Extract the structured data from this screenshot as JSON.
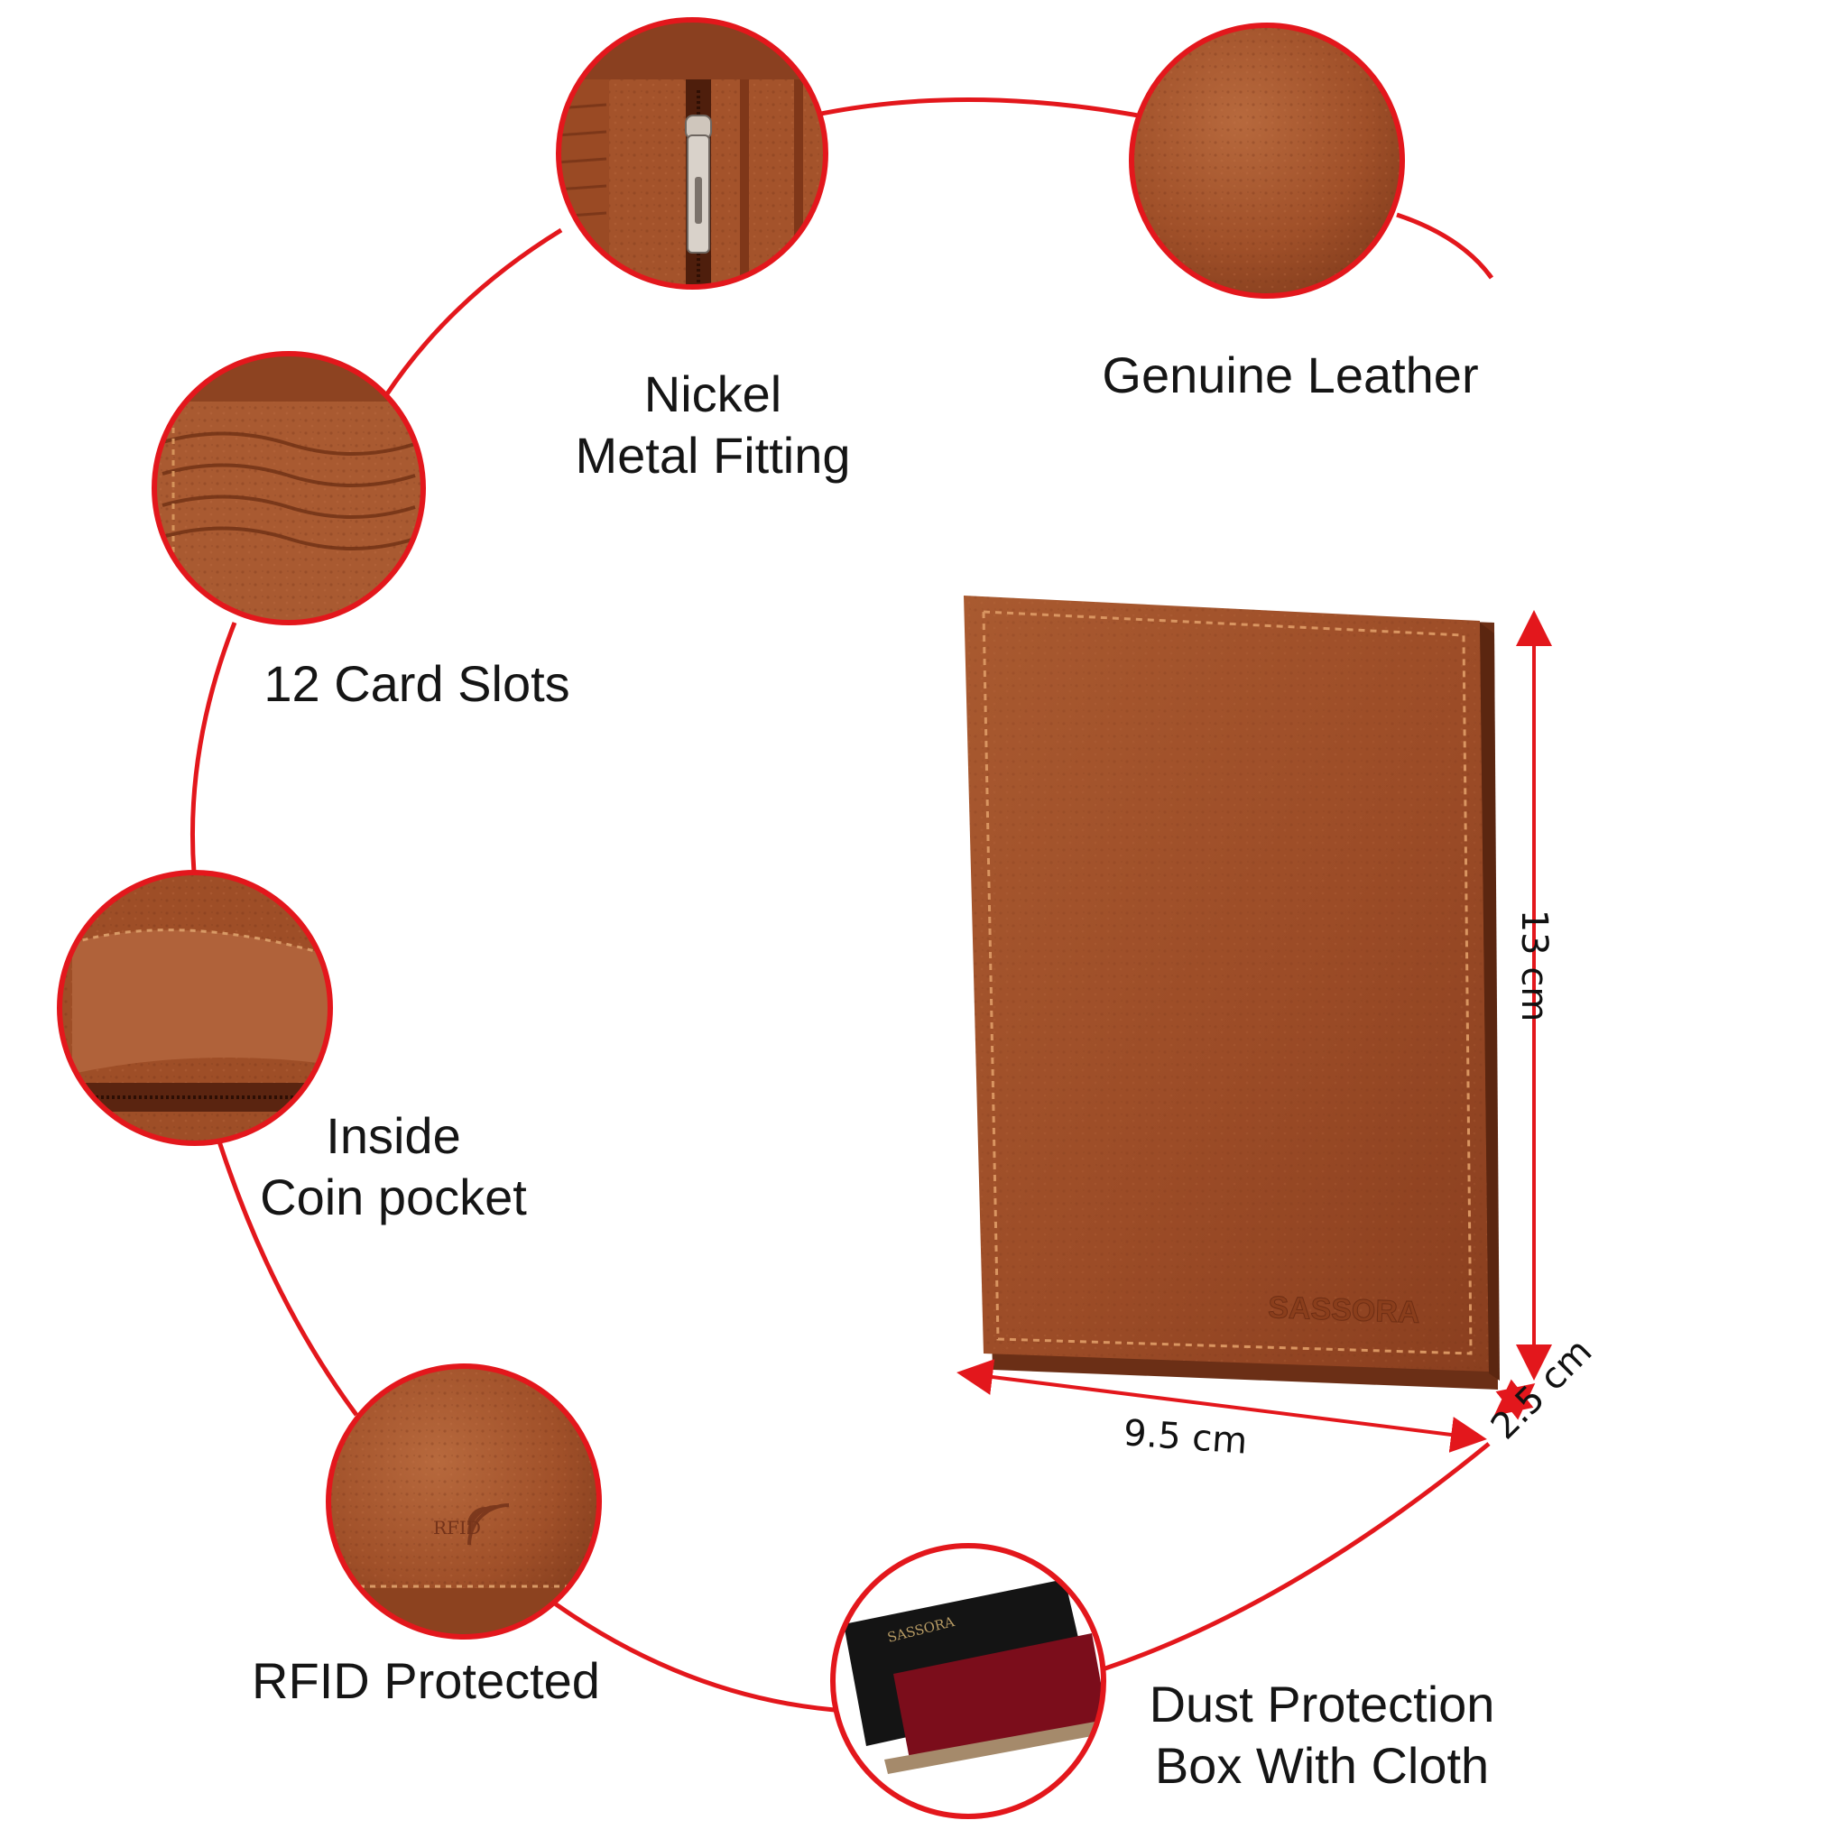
{
  "features": {
    "nickel": {
      "line1": "Nickel",
      "line2": "Metal Fitting"
    },
    "leather": {
      "line1": "Genuine Leather"
    },
    "card_slots": {
      "line1": "12 Card Slots"
    },
    "coin_pocket": {
      "line1": "Inside",
      "line2": "Coin pocket"
    },
    "rfid": {
      "line1": "RFID Protected"
    },
    "dust_box": {
      "line1": "Dust Protection",
      "line2": "Box With Cloth"
    }
  },
  "wallet": {
    "brand": "SASSORA",
    "box_brand": "SASSORA",
    "rfid_badge": "RFID"
  },
  "dimensions": {
    "height": "13 cm",
    "width": "9.5 cm",
    "depth": "2.5 cm"
  },
  "colors": {
    "accent_red": "#e3171c",
    "leather": "#a4532b",
    "leather_dark": "#7c3a1c",
    "box_black": "#141414",
    "cloth_red": "#7b0d1b"
  },
  "icons": [
    "zipper-icon",
    "rfid-wave-icon"
  ]
}
